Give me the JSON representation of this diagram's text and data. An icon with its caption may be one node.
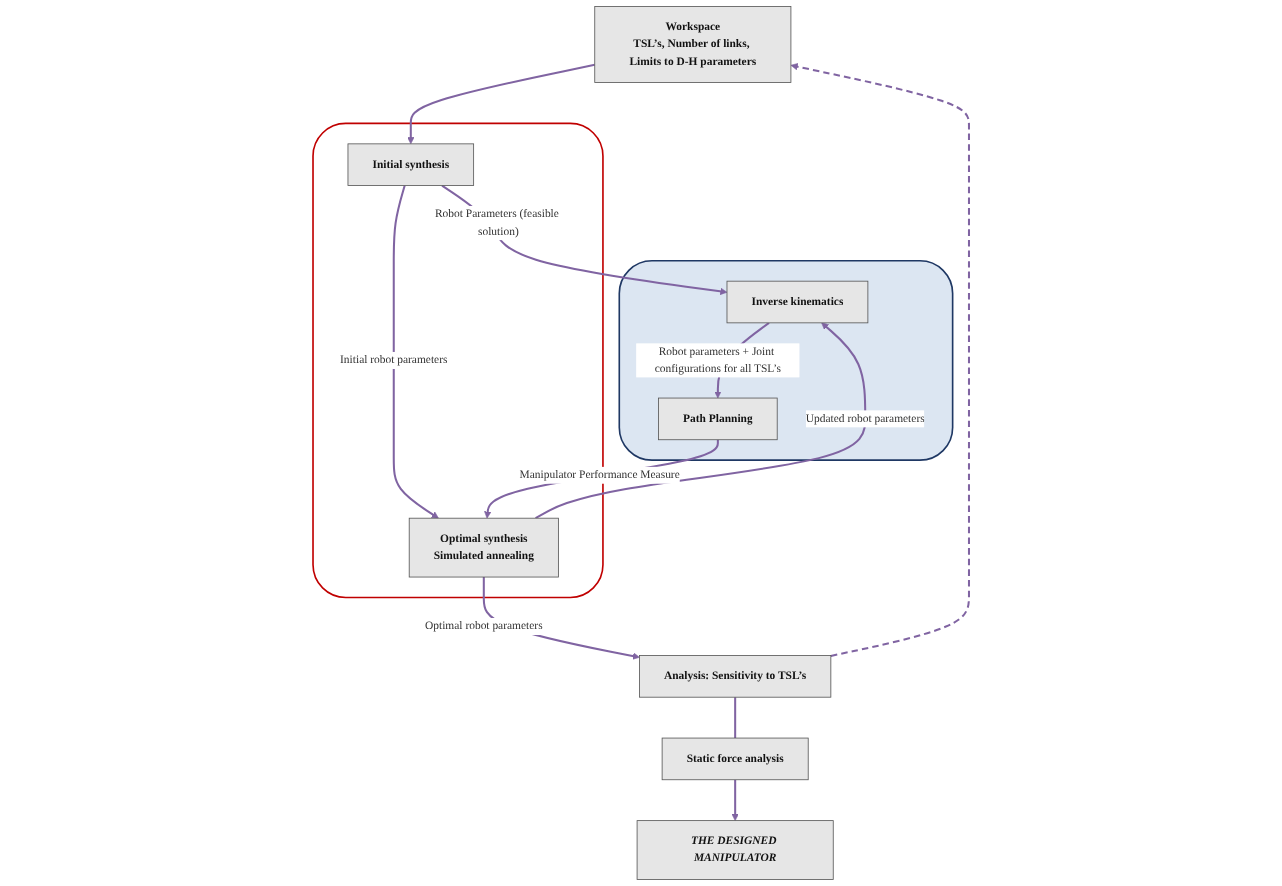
{
  "diagram": {
    "nodes": [
      {
        "text": [
          "Workspace",
          "TSL’s, Number of links, Limits to D-H parameters"
        ]
      },
      {
        "text": [],
        "shape": "cloud"
      },
      {
        "text": [
          "Initial synthesis"
        ],
        "in": 1
      },
      {
        "text": [
          "Optimal synthesis",
          "Simulated annealing"
        ],
        "in": 1
      },
      {
        "text": [],
        "shape": "cloud"
      },
      {
        "text": [
          "Inverse kinematics"
        ],
        "in": 4
      },
      {
        "text": [
          "Path Planning"
        ],
        "in": 4
      },
      {
        "text": [
          "Analysis: Sensitivity to TSL’s"
        ]
      },
      {
        "text": [
          "Static force analysis"
        ]
      },
      {
        "text": [
          "THE DESIGNED MANIPULATOR"
        ]
      }
    ],
    "edges": [
      {
        "from": 0,
        "to": 2,
        "arrow": "to"
      },
      {
        "from": 2,
        "to": 5,
        "arrow": "to",
        "label": "Robot Parameters (feasible solution)"
      },
      {
        "from": 2,
        "to": 3,
        "arrow": "to",
        "label": "Initial robot parameters"
      },
      {
        "from": 3,
        "to": 5,
        "arrow": "to",
        "label": "Updated robot parameters"
      },
      {
        "from": 5,
        "to": 6,
        "arrow": "to",
        "label": "Robot parameters + Joint configurations for all TSL’s"
      },
      {
        "from": 6,
        "to": 3,
        "arrow": "to",
        "label": "Manipulator Performance Measure"
      },
      {
        "from": 3,
        "to": 7,
        "arrow": "to",
        "label": "Optimal robot parameters"
      },
      {
        "from": 7,
        "to": 0,
        "arrow": "to",
        "style": "dashed"
      },
      {
        "from": 7,
        "to": 8,
        "arrow": "none"
      },
      {
        "from": 8,
        "to": 9,
        "arrow": "to"
      }
    ]
  }
}
